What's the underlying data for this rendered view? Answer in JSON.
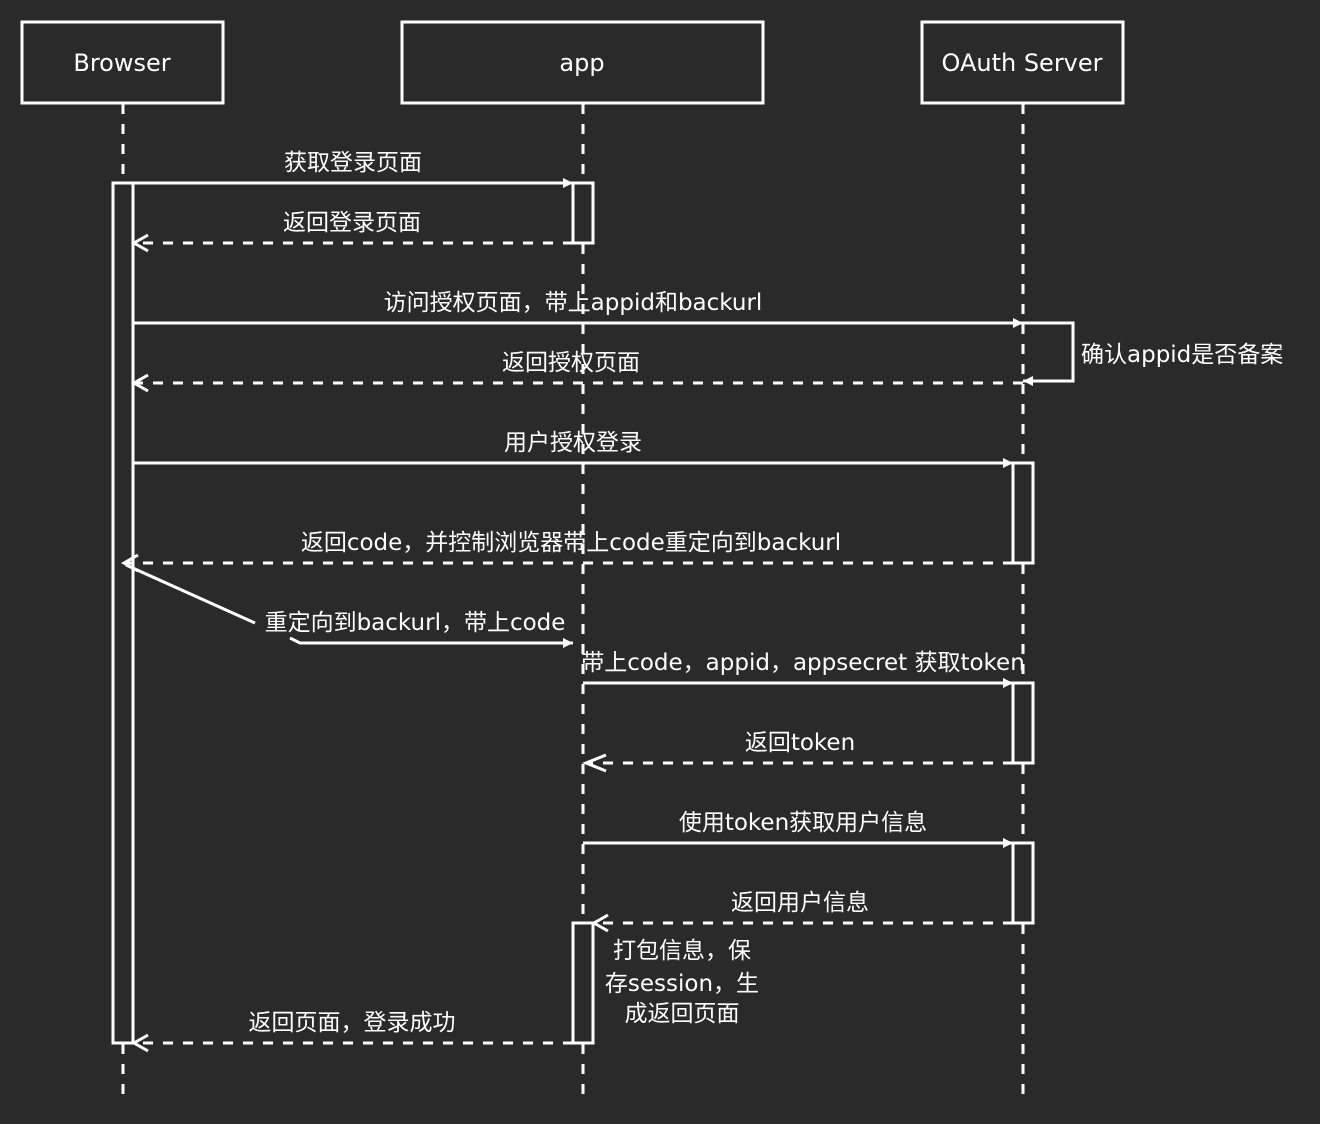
{
  "colors": {
    "background": "#2a2a2a",
    "stroke": "#ffffff",
    "text": "#ffffff"
  },
  "participants": [
    {
      "id": "browser",
      "label": "Browser"
    },
    {
      "id": "app",
      "label": "app"
    },
    {
      "id": "oauth",
      "label": "OAuth Server"
    }
  ],
  "messages": [
    {
      "id": "m1",
      "from": "browser",
      "to": "app",
      "kind": "sync",
      "label": "获取登录页面"
    },
    {
      "id": "m2",
      "from": "app",
      "to": "browser",
      "kind": "return",
      "label": "返回登录页面"
    },
    {
      "id": "m3",
      "from": "browser",
      "to": "oauth",
      "kind": "sync",
      "label": "访问授权页面，带上appid和backurl"
    },
    {
      "id": "m4",
      "from": "oauth",
      "to": "oauth",
      "kind": "self",
      "label": "确认appid是否备案"
    },
    {
      "id": "m5",
      "from": "oauth",
      "to": "browser",
      "kind": "return",
      "label": "返回授权页面"
    },
    {
      "id": "m6",
      "from": "browser",
      "to": "oauth",
      "kind": "sync",
      "label": "用户授权登录"
    },
    {
      "id": "m7",
      "from": "oauth",
      "to": "browser",
      "kind": "return",
      "label": "返回code，并控制浏览器带上code重定向到backurl"
    },
    {
      "id": "m8",
      "from": "browser",
      "to": "app",
      "kind": "sync",
      "label": "重定向到backurl，带上code"
    },
    {
      "id": "m9",
      "from": "app",
      "to": "oauth",
      "kind": "sync",
      "label": "带上code，appid，appsecret 获取token"
    },
    {
      "id": "m10",
      "from": "oauth",
      "to": "app",
      "kind": "return",
      "label": "返回token"
    },
    {
      "id": "m11",
      "from": "app",
      "to": "oauth",
      "kind": "sync",
      "label": "使用token获取用户信息"
    },
    {
      "id": "m12",
      "from": "oauth",
      "to": "app",
      "kind": "return",
      "label": "返回用户信息"
    },
    {
      "id": "m13",
      "from": "app",
      "to": "browser",
      "kind": "return",
      "label": "返回页面，登录成功"
    }
  ],
  "notes": [
    {
      "id": "n1",
      "participant": "app",
      "lines": [
        "打包信息，保",
        "存session，生",
        "成返回页面"
      ]
    }
  ]
}
